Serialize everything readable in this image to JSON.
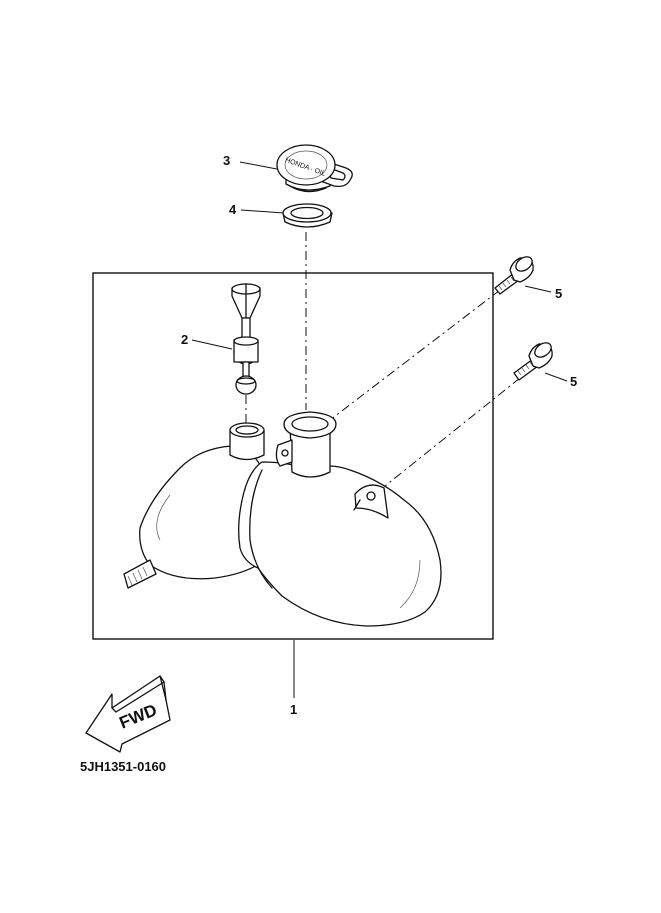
{
  "diagram": {
    "part_code": "5JH1351-0160",
    "direction_label": "FWD",
    "cap_embossed_text": "HONDA · OIL",
    "callouts": [
      {
        "id": "callout-1",
        "label": "1"
      },
      {
        "id": "callout-2",
        "label": "2"
      },
      {
        "id": "callout-3",
        "label": "3"
      },
      {
        "id": "callout-4",
        "label": "4"
      },
      {
        "id": "callout-5a",
        "label": "5"
      },
      {
        "id": "callout-5b",
        "label": "5"
      }
    ]
  }
}
